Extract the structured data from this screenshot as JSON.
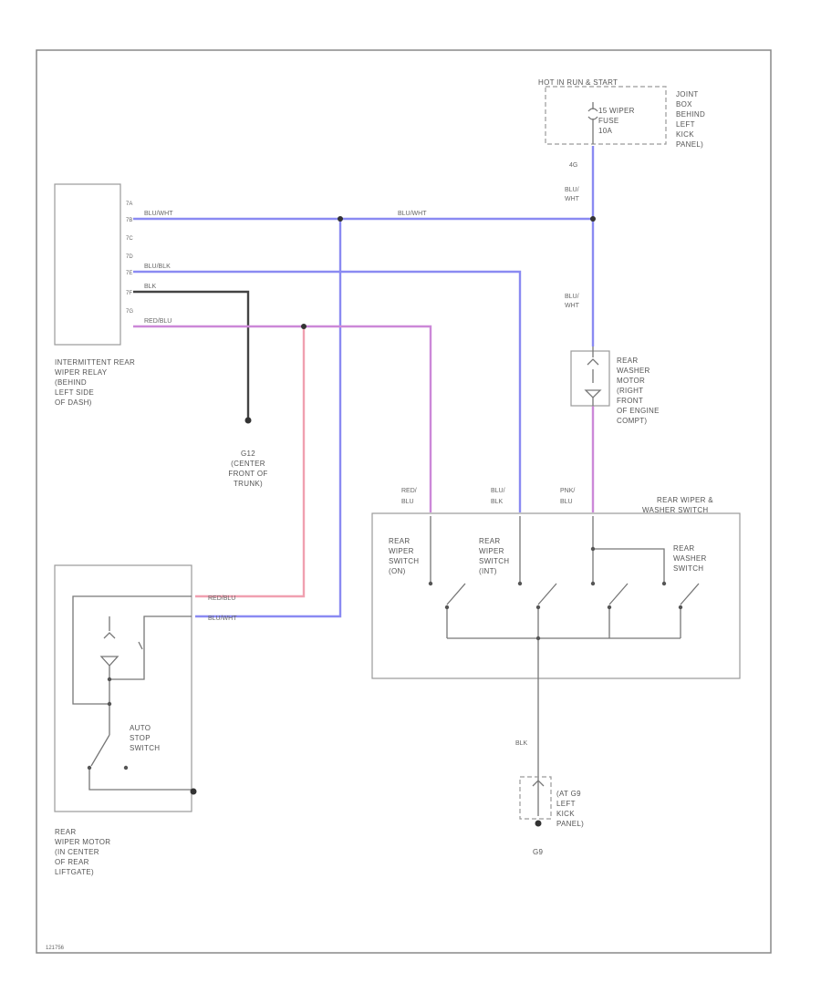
{
  "colors": {
    "blue": "#8a8af2",
    "red": "#f0a0b0",
    "black": "#444444",
    "pink": "#cc88d8",
    "grey": "#777777"
  },
  "labels": {
    "fuse_header": "HOT IN RUN & START",
    "fuse_name": [
      "15 WIPER",
      "FUSE",
      "10A"
    ],
    "junction_box": [
      "JOINT",
      "BOX",
      "BEHIND",
      "LEFT",
      "KICK",
      "PANEL)"
    ],
    "relay_name": [
      "INTERMITTENT REAR",
      "WIPER RELAY",
      "(BEHIND",
      "LEFT SIDE",
      "OF DASH)"
    ],
    "relay_pins": [
      "7A",
      "7B",
      "7C",
      "7D",
      "7E",
      "7F",
      "7G"
    ],
    "ground_trunk": [
      "G12",
      "(CENTER",
      "FRONT OF",
      "TRUNK)"
    ],
    "washer_motor": [
      "REAR",
      "WASHER",
      "MOTOR",
      "(RIGHT",
      "FRONT",
      "OF ENGINE",
      "COMPT)"
    ],
    "switch_title": [
      "REAR WIPER &",
      "WASHER SWITCH"
    ],
    "sw_on": [
      "REAR",
      "WIPER",
      "SWITCH",
      "(ON)"
    ],
    "sw_int": [
      "REAR",
      "WIPER",
      "SWITCH",
      "(INT)"
    ],
    "sw_washer": [
      "REAR",
      "WASHER",
      "SWITCH"
    ],
    "auto_stop": [
      "AUTO",
      "STOP",
      "SWITCH"
    ],
    "wiper_motor": [
      "REAR",
      "WIPER MOTOR",
      "(IN CENTER",
      "OF REAR",
      "LIFTGATE)"
    ],
    "ground_kick": [
      "(AT G9",
      "LEFT",
      "KICK",
      "PANEL)"
    ],
    "ground_id": "G9",
    "footer": "121756"
  },
  "wires": {
    "blu_wht": "BLU/WHT",
    "blu_wht_v1": [
      "BLU/",
      "WHT"
    ],
    "blu_wht_v2": [
      "BLU/",
      "WHT"
    ],
    "blu_blk": "BLU/BLK",
    "blk": "BLK",
    "red_blu": "RED/BLU",
    "red_blu_v": [
      "RED/",
      "BLU"
    ],
    "blu_blk_v": [
      "BLU/",
      "BLK"
    ],
    "pnk_blu_v": [
      "PNK/",
      "BLU"
    ],
    "motor_red_blu": "RED/BLU",
    "motor_blu_wht": "BLU/WHT",
    "ground_blk": "BLK",
    "fuse_out": "4G"
  }
}
